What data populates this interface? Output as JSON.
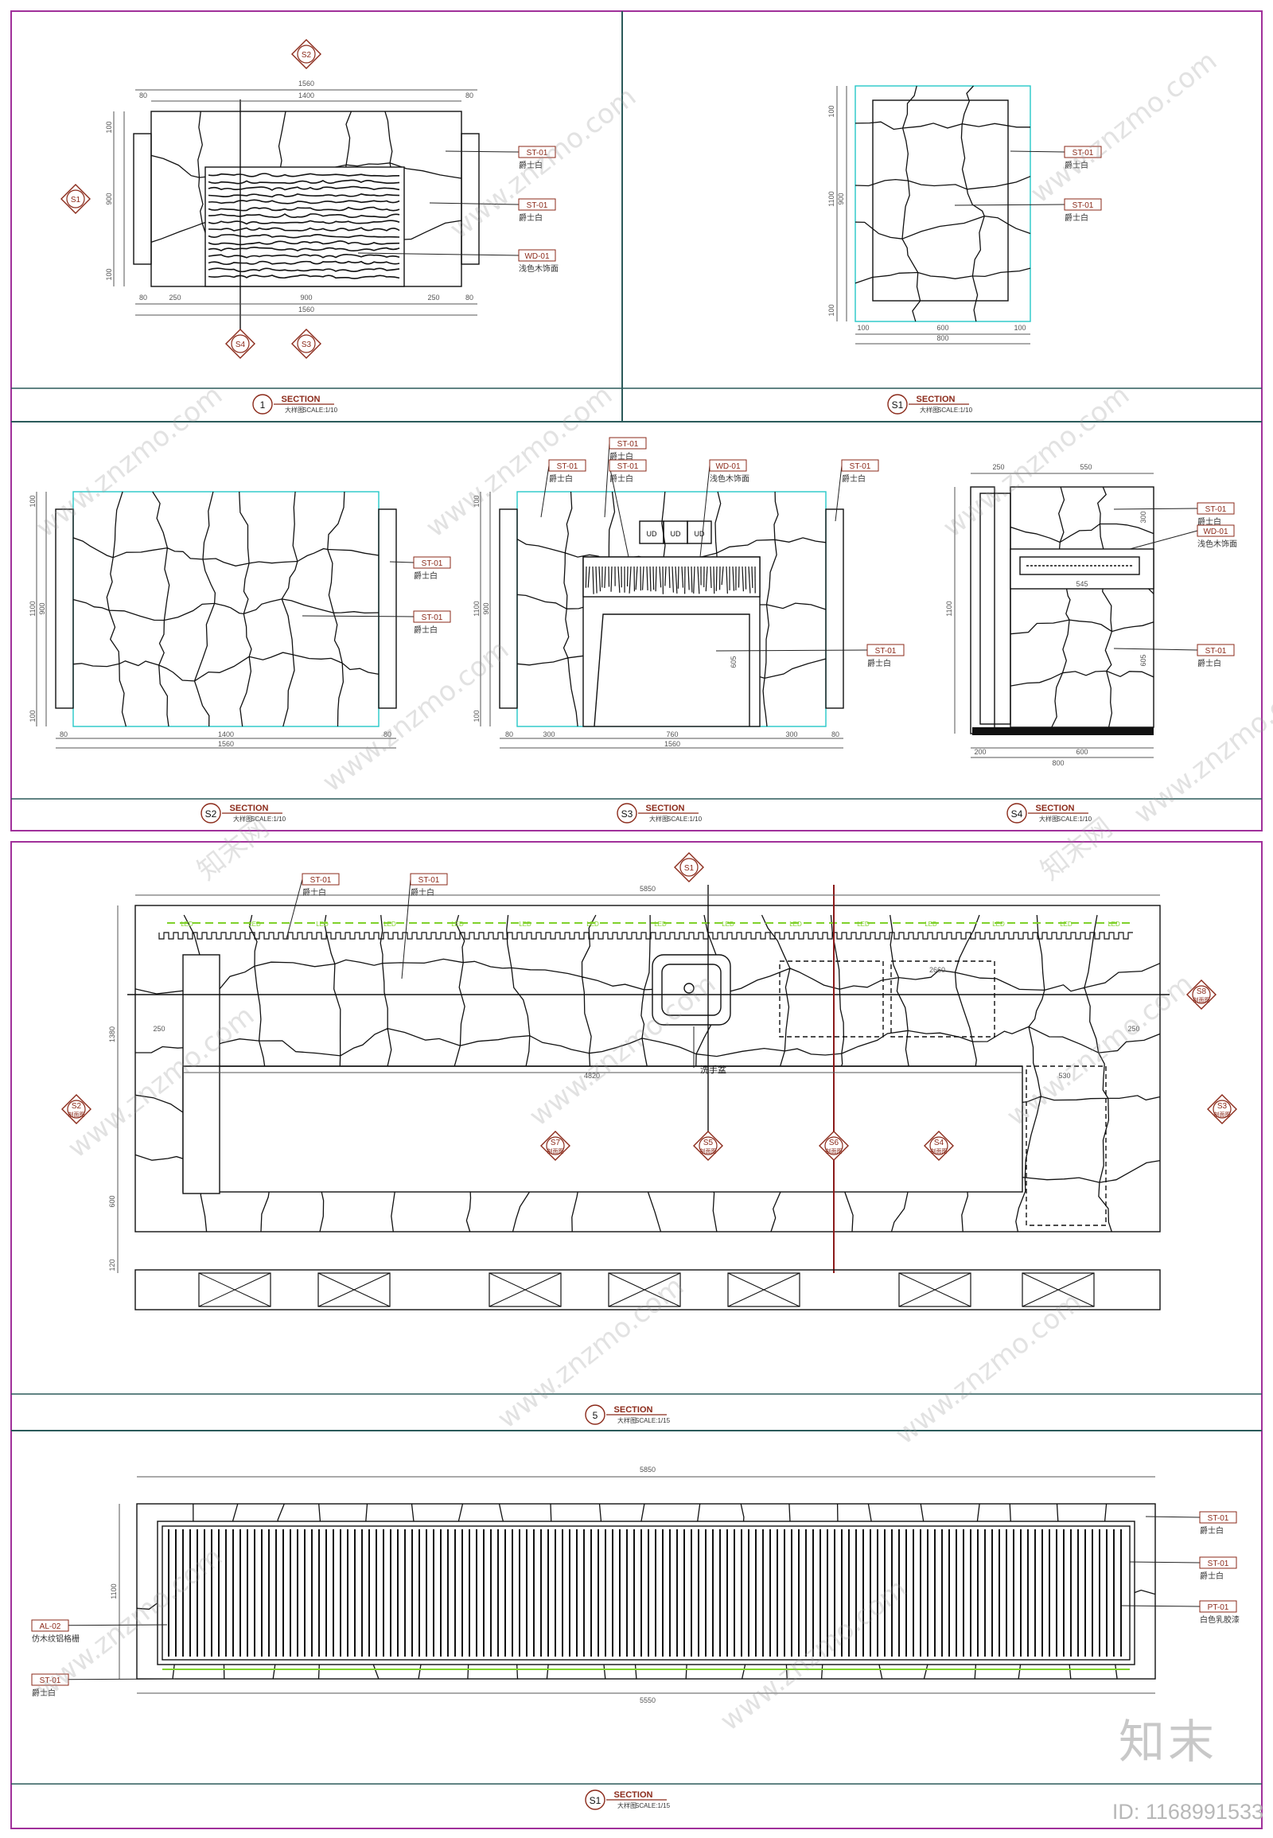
{
  "panels": {
    "p1": {
      "num": "1",
      "title": "SECTION",
      "sub": "大样图",
      "scale": "SCALE:1/10"
    },
    "pS1": {
      "num": "S1",
      "title": "SECTION",
      "sub": "大样图",
      "scale": "SCALE:1/10"
    },
    "pS2": {
      "num": "S2",
      "title": "SECTION",
      "sub": "大样图",
      "scale": "SCALE:1/10"
    },
    "pS3": {
      "num": "S3",
      "title": "SECTION",
      "sub": "大样图",
      "scale": "SCALE:1/10"
    },
    "pS4": {
      "num": "S4",
      "title": "SECTION",
      "sub": "大样图",
      "scale": "SCALE:1/10"
    },
    "p5": {
      "num": "5",
      "title": "SECTION",
      "sub": "大样图",
      "scale": "SCALE:1/15"
    },
    "pS1b": {
      "num": "S1",
      "title": "SECTION",
      "sub": "大样图",
      "scale": "SCALE:1/15"
    }
  },
  "materials": {
    "st01": {
      "code": "ST-01",
      "name": "爵士白"
    },
    "wd01": {
      "code": "WD-01",
      "name": "浅色木饰面"
    },
    "al02": {
      "code": "AL-02",
      "name": "仿木纹铝格栅"
    },
    "pt01": {
      "code": "PT-01",
      "name": "白色乳胶漆"
    }
  },
  "dims": {
    "d1560": "1560",
    "d1400": "1400",
    "d80": "80",
    "d250": "250",
    "d900": "900",
    "d100": "100",
    "d800": "800",
    "d600": "600",
    "d1100": "1100",
    "d300": "300",
    "d760": "760",
    "d550": "550",
    "d545": "545",
    "d605": "605",
    "d200": "200",
    "d5850": "5850",
    "d5550": "5550",
    "d4820": "4820",
    "d530": "530",
    "d2660": "2660",
    "d1380": "1380",
    "d120": "120"
  },
  "markers": {
    "s1": "S1",
    "s2": "S2",
    "s3": "S3",
    "s4": "S4",
    "s5": "S5",
    "s6": "S6",
    "s7": "S7",
    "s8": "S8",
    "sub": "剖面图"
  },
  "labels": {
    "led": "LED",
    "basin": "洗手盆",
    "ud": "UD"
  },
  "watermark": {
    "site": "www.znzmo.com",
    "cn": "知末网"
  },
  "brand": "知末",
  "id_text": "ID: 1168991533",
  "colors": {
    "frame": "#a0309a",
    "rule": "#2b5a5a",
    "cyan": "#25c8c8",
    "tag": "#8b2a1a",
    "dim": "#555555",
    "led": "#7fd12a",
    "line": "#111111"
  }
}
